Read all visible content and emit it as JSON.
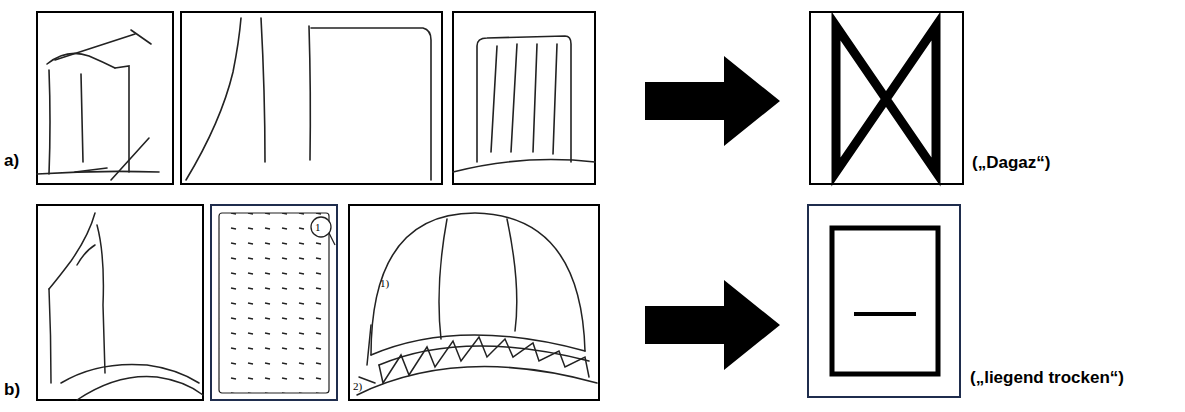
{
  "diagram": {
    "labels": [
      "a)",
      "(„Dagaz“)",
      "b)",
      "1",
      "1)",
      "2)",
      "(„liegend trocken“)"
    ]
  }
}
